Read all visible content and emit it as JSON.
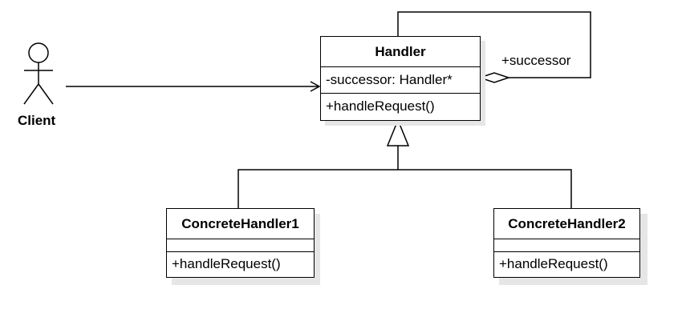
{
  "actor": {
    "label": "Client"
  },
  "handler": {
    "name": "Handler",
    "attribute": "-successor: Handler*",
    "operation": "+handleRequest()"
  },
  "self_association": {
    "label": "+successor"
  },
  "concrete_handlers": [
    {
      "name": "ConcreteHandler1",
      "operation": "+handleRequest()"
    },
    {
      "name": "ConcreteHandler2",
      "operation": "+handleRequest()"
    }
  ],
  "colors": {
    "line": "#000000",
    "shadow": "#e6e6e6",
    "fill": "#ffffff"
  }
}
